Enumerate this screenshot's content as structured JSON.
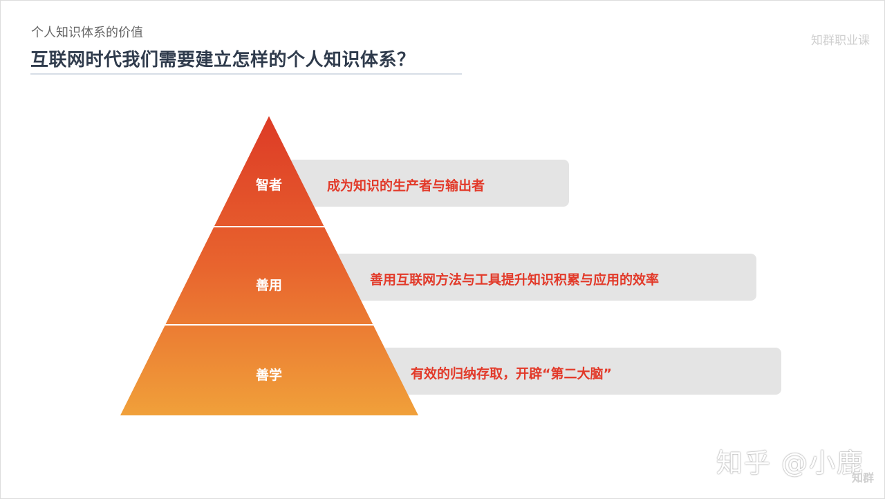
{
  "header": {
    "subtitle": "个人知识体系的价值",
    "title": "互联网时代我们需要建立怎样的个人知识体系？",
    "brand": "知群职业课"
  },
  "pyramid": {
    "tiers": [
      {
        "label": "智者",
        "description": "成为知识的生产者与输出者"
      },
      {
        "label": "善用",
        "description": "善用互联网方法与工具提升知识积累与应用的效率"
      },
      {
        "label": "善学",
        "description": "有效的归纳存取，开辟“第二大脑”"
      }
    ],
    "colors": {
      "top": "#dd3b26",
      "middle": "#e8642e",
      "bottom": "#f0a03a",
      "bar": "#e4e4e4",
      "text_accent": "#e23a2a"
    }
  },
  "watermark": {
    "text": "知乎 @小鹿",
    "corner": "知群"
  }
}
